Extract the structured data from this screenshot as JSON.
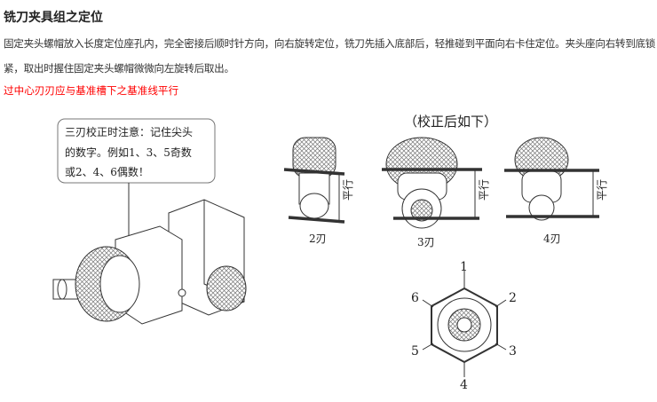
{
  "title": "铣刀夹具组之定位",
  "paragraph": "固定夹头螺帽放入长度定位座孔内，完全密接后顺时针方向，向右旋转定位，铣刀先插入底部后，轻推碰到平面向右卡住定位。夹头座向右转到底锁紧，取出时握住固定夹头螺帽微微向左旋转后取出。",
  "note_red": "过中心刃刃应与基准槽下之基准线平行",
  "figure": {
    "callout": [
      "三刃校正时注意：记住尖头",
      "的数字。例如1、3、5奇数",
      "或2、4、6偶数！"
    ],
    "after_title": "（校正后如下）",
    "parallel_label": "平行",
    "cutters": [
      "2刃",
      "3刃",
      "4刃"
    ],
    "hex_numbers": [
      "1",
      "2",
      "3",
      "4",
      "5",
      "6"
    ]
  }
}
